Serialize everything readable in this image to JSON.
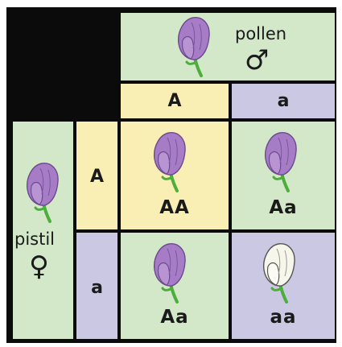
{
  "pollen": {
    "label": "pollen",
    "symbol": "♂"
  },
  "pistil": {
    "label": "pistil",
    "symbol": "♀"
  },
  "pollen_alleles": [
    "A",
    "a"
  ],
  "pistil_alleles": [
    "A",
    "a"
  ],
  "offspring": [
    {
      "genotype": "AA",
      "flower_color": "purple"
    },
    {
      "genotype": "Aa",
      "flower_color": "purple"
    },
    {
      "genotype": "Aa",
      "flower_color": "purple"
    },
    {
      "genotype": "aa",
      "flower_color": "white"
    }
  ],
  "colors": {
    "purple_petal": "#a77cc6",
    "purple_petal_dark": "#8a5cae",
    "white_petal": "#f6f6ea",
    "stem": "#4dae3c",
    "green_cell": "#d2e8c9",
    "yellow_cell": "#f9efb4",
    "lavender_cell": "#cbc8e4"
  }
}
